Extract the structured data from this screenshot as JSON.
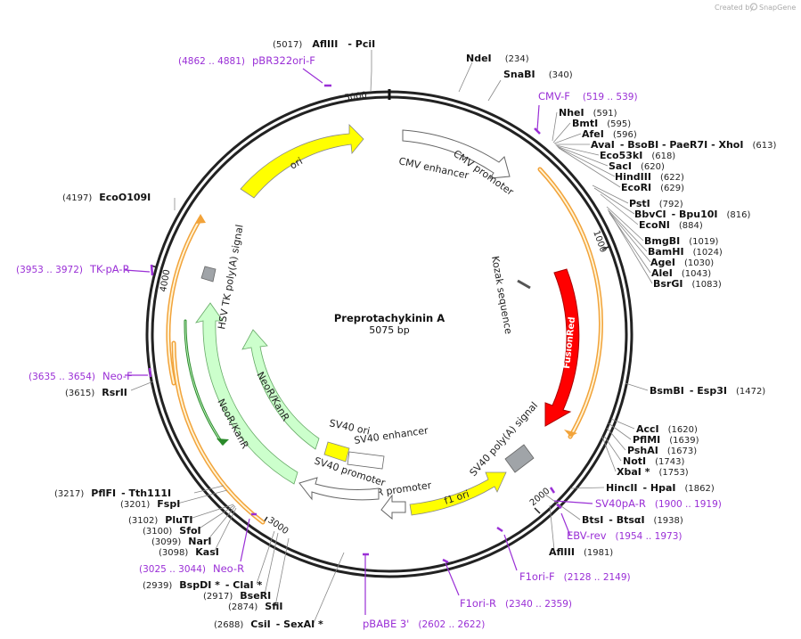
{
  "branding": {
    "created_by": "Created by",
    "app": "SnapGene"
  },
  "plasmid": {
    "name": "Preprotachykinin A",
    "size": "5075 bp"
  },
  "ticks": [
    "1000",
    "2000",
    "3000",
    "4000",
    "5000"
  ],
  "features": {
    "ori": "ori",
    "cmv_enhancer": "CMV enhancer",
    "cmv_promoter": "CMV promoter",
    "kozak": "Kozak sequence",
    "fusionred": "FusionRed",
    "sv40_polya": "SV40 poly(A) signal",
    "f1_ori": "f1 ori",
    "ampr_promoter": "AmpR promoter",
    "sv40_promoter": "SV40 promoter",
    "sv40_enhancer": "SV40 enhancer",
    "sv40_ori": "SV40 ori",
    "neor_outer": "NeoR/KanR",
    "neor_inner": "NeoR/KanR",
    "hsv_tk": "HSV TK poly(A) signal"
  },
  "sites": [
    {
      "num": "(5017)",
      "name": "AflIII",
      "extra": "- PciI"
    },
    {
      "name": "NdeI",
      "num": "(234)"
    },
    {
      "name": "SnaBI",
      "num": "(340)"
    },
    {
      "name": "NheI",
      "num": "(591)"
    },
    {
      "name": "BmtI",
      "num": "(595)"
    },
    {
      "name": "AfeI",
      "num": "(596)"
    },
    {
      "name": "AvaI",
      "extra": "- BsoBI  - PaeR7I  - XhoI",
      "num": "(613)"
    },
    {
      "name": "Eco53kI",
      "num": "(618)"
    },
    {
      "name": "SacI",
      "num": "(620)"
    },
    {
      "name": "HindIII",
      "num": "(622)"
    },
    {
      "name": "EcoRI",
      "num": "(629)"
    },
    {
      "name": "PstI",
      "num": "(792)"
    },
    {
      "name": "BbvCI",
      "extra": "- Bpu10I",
      "num": "(816)"
    },
    {
      "name": "EcoNI",
      "num": "(884)"
    },
    {
      "name": "BmgBI",
      "num": "(1019)"
    },
    {
      "name": "BamHI",
      "num": "(1024)"
    },
    {
      "name": "AgeI",
      "num": "(1030)"
    },
    {
      "name": "AleI",
      "num": "(1043)"
    },
    {
      "name": "BsrGI",
      "num": "(1083)"
    },
    {
      "name": "BsmBI",
      "extra": "- Esp3I",
      "num": "(1472)"
    },
    {
      "name": "AccI",
      "num": "(1620)"
    },
    {
      "name": "PflMI",
      "num": "(1639)"
    },
    {
      "name": "PshAI",
      "num": "(1673)"
    },
    {
      "name": "NotI",
      "num": "(1743)"
    },
    {
      "name": "XbaI *",
      "num": "(1753)"
    },
    {
      "name": "HincII",
      "extra": "- HpaI",
      "num": "(1862)"
    },
    {
      "name": "BtsI",
      "extra": "- BtsαI",
      "num": "(1938)"
    },
    {
      "name": "AflIII",
      "num": "(1981)"
    },
    {
      "num": "(4197)",
      "name": "EcoO109I"
    },
    {
      "num": "(3615)",
      "name": "RsrII"
    },
    {
      "num": "(3217)",
      "name": "PflFI",
      "extra": "- Tth111I"
    },
    {
      "num": "(3201)",
      "name": "FspI"
    },
    {
      "num": "(3102)",
      "name": "PluTI"
    },
    {
      "num": "(3100)",
      "name": "SfoI"
    },
    {
      "num": "(3099)",
      "name": "NarI"
    },
    {
      "num": "(3098)",
      "name": "KasI"
    },
    {
      "num": "(2939)",
      "name": "BspDI *",
      "extra": "- ClaI *"
    },
    {
      "num": "(2917)",
      "name": "BseRI"
    },
    {
      "num": "(2874)",
      "name": "SfiI"
    },
    {
      "num": "(2688)",
      "name": "CsiI",
      "extra": "- SexAI *"
    }
  ],
  "primers": [
    {
      "range": "(4862 .. 4881)",
      "name": "pBR322ori-F"
    },
    {
      "name": "CMV-F",
      "range": "(519 .. 539)"
    },
    {
      "range": "(3953 .. 3972)",
      "name": "TK-pA-R"
    },
    {
      "range": "(3635 .. 3654)",
      "name": "Neo-F"
    },
    {
      "name": "SV40pA-R",
      "range": "(1900 .. 1919)"
    },
    {
      "name": "EBV-rev",
      "range": "(1954 .. 1973)"
    },
    {
      "name": "F1ori-F",
      "range": "(2128 .. 2149)"
    },
    {
      "name": "F1ori-R",
      "range": "(2340 .. 2359)"
    },
    {
      "name": "pBABE 3'",
      "range": "(2602 .. 2622)"
    },
    {
      "range": "(3025 .. 3044)",
      "name": "Neo-R"
    }
  ],
  "colors": {
    "backbone": "#222222",
    "ori": "#ffff00",
    "fusionred": "#ff0000",
    "neo": "#ccffcc",
    "orange": "#f2a33a",
    "primer": "#9a2fd6",
    "polya": "#999999"
  }
}
